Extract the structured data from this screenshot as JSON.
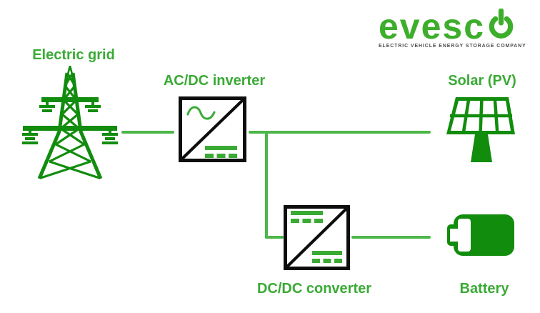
{
  "brand": {
    "logo_text": "evesc",
    "logo_last_letter": "power-button-styled-o",
    "tagline": "ELECTRIC VEHICLE ENERGY STORAGE COMPANY"
  },
  "diagram": {
    "nodes": {
      "grid": {
        "label": "Electric grid",
        "icon": "transmission-tower-icon"
      },
      "inverter": {
        "label": "AC/DC inverter",
        "icon": "acdc-inverter-box-icon"
      },
      "solar": {
        "label": "Solar (PV)",
        "icon": "solar-panel-icon"
      },
      "converter": {
        "label": "DC/DC converter",
        "icon": "dcdc-converter-box-icon"
      },
      "battery": {
        "label": "Battery",
        "icon": "battery-icon"
      }
    },
    "connections": [
      "electric-grid to ac/dc-inverter",
      "ac/dc-inverter to solar-pv",
      "ac/dc-inverter branch down to dc/dc-converter",
      "dc/dc-converter to battery"
    ]
  },
  "colors": {
    "icon-green": "#118C0D",
    "label-green": "#3aaa35",
    "line-green": "#4cb648",
    "logo-green": "#3dae2b",
    "symbol-green": "#3aaa35",
    "box-black": "#0d0d0d",
    "tagline-gray": "#4d4d4f"
  }
}
